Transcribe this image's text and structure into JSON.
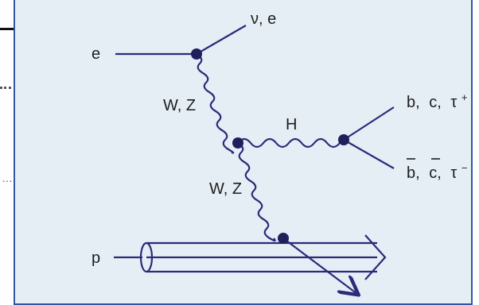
{
  "diagram": {
    "particles": {
      "electron_in": "e",
      "lepton_out": "ν, e",
      "boson_upper": "W, Z",
      "boson_lower": "W, Z",
      "higgs": "H",
      "decay_upper_b": "b,",
      "decay_upper_c": "c,",
      "decay_upper_tau": "τ",
      "decay_upper_charge": "+",
      "decay_lower_b": "b,",
      "decay_lower_c": "c,",
      "decay_lower_tau": "τ",
      "decay_lower_charge": "−",
      "proton": "p"
    },
    "colors": {
      "line": "#2b2b7a",
      "vertex": "#1f1f5e",
      "background": "#e6eef5",
      "border": "#2f58a4"
    }
  },
  "background_page": {
    "left_ellipsis": "…"
  }
}
